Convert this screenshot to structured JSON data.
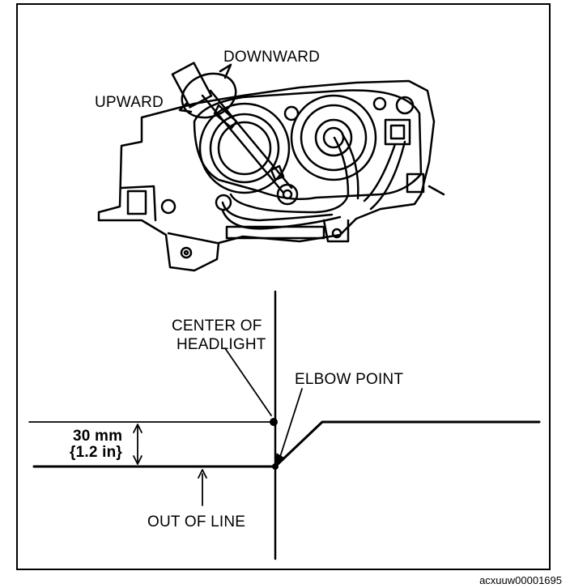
{
  "labels": {
    "downward": "DOWNWARD",
    "upward": "UPWARD",
    "center_line1": "CENTER OF",
    "center_line2": "HEADLIGHT",
    "elbow_point": "ELBOW POINT",
    "distance_line1": "30 mm",
    "distance_line2": "{1.2 in}",
    "out_of_line": "OUT OF LINE"
  },
  "figure_code": "acxuuw00001695"
}
